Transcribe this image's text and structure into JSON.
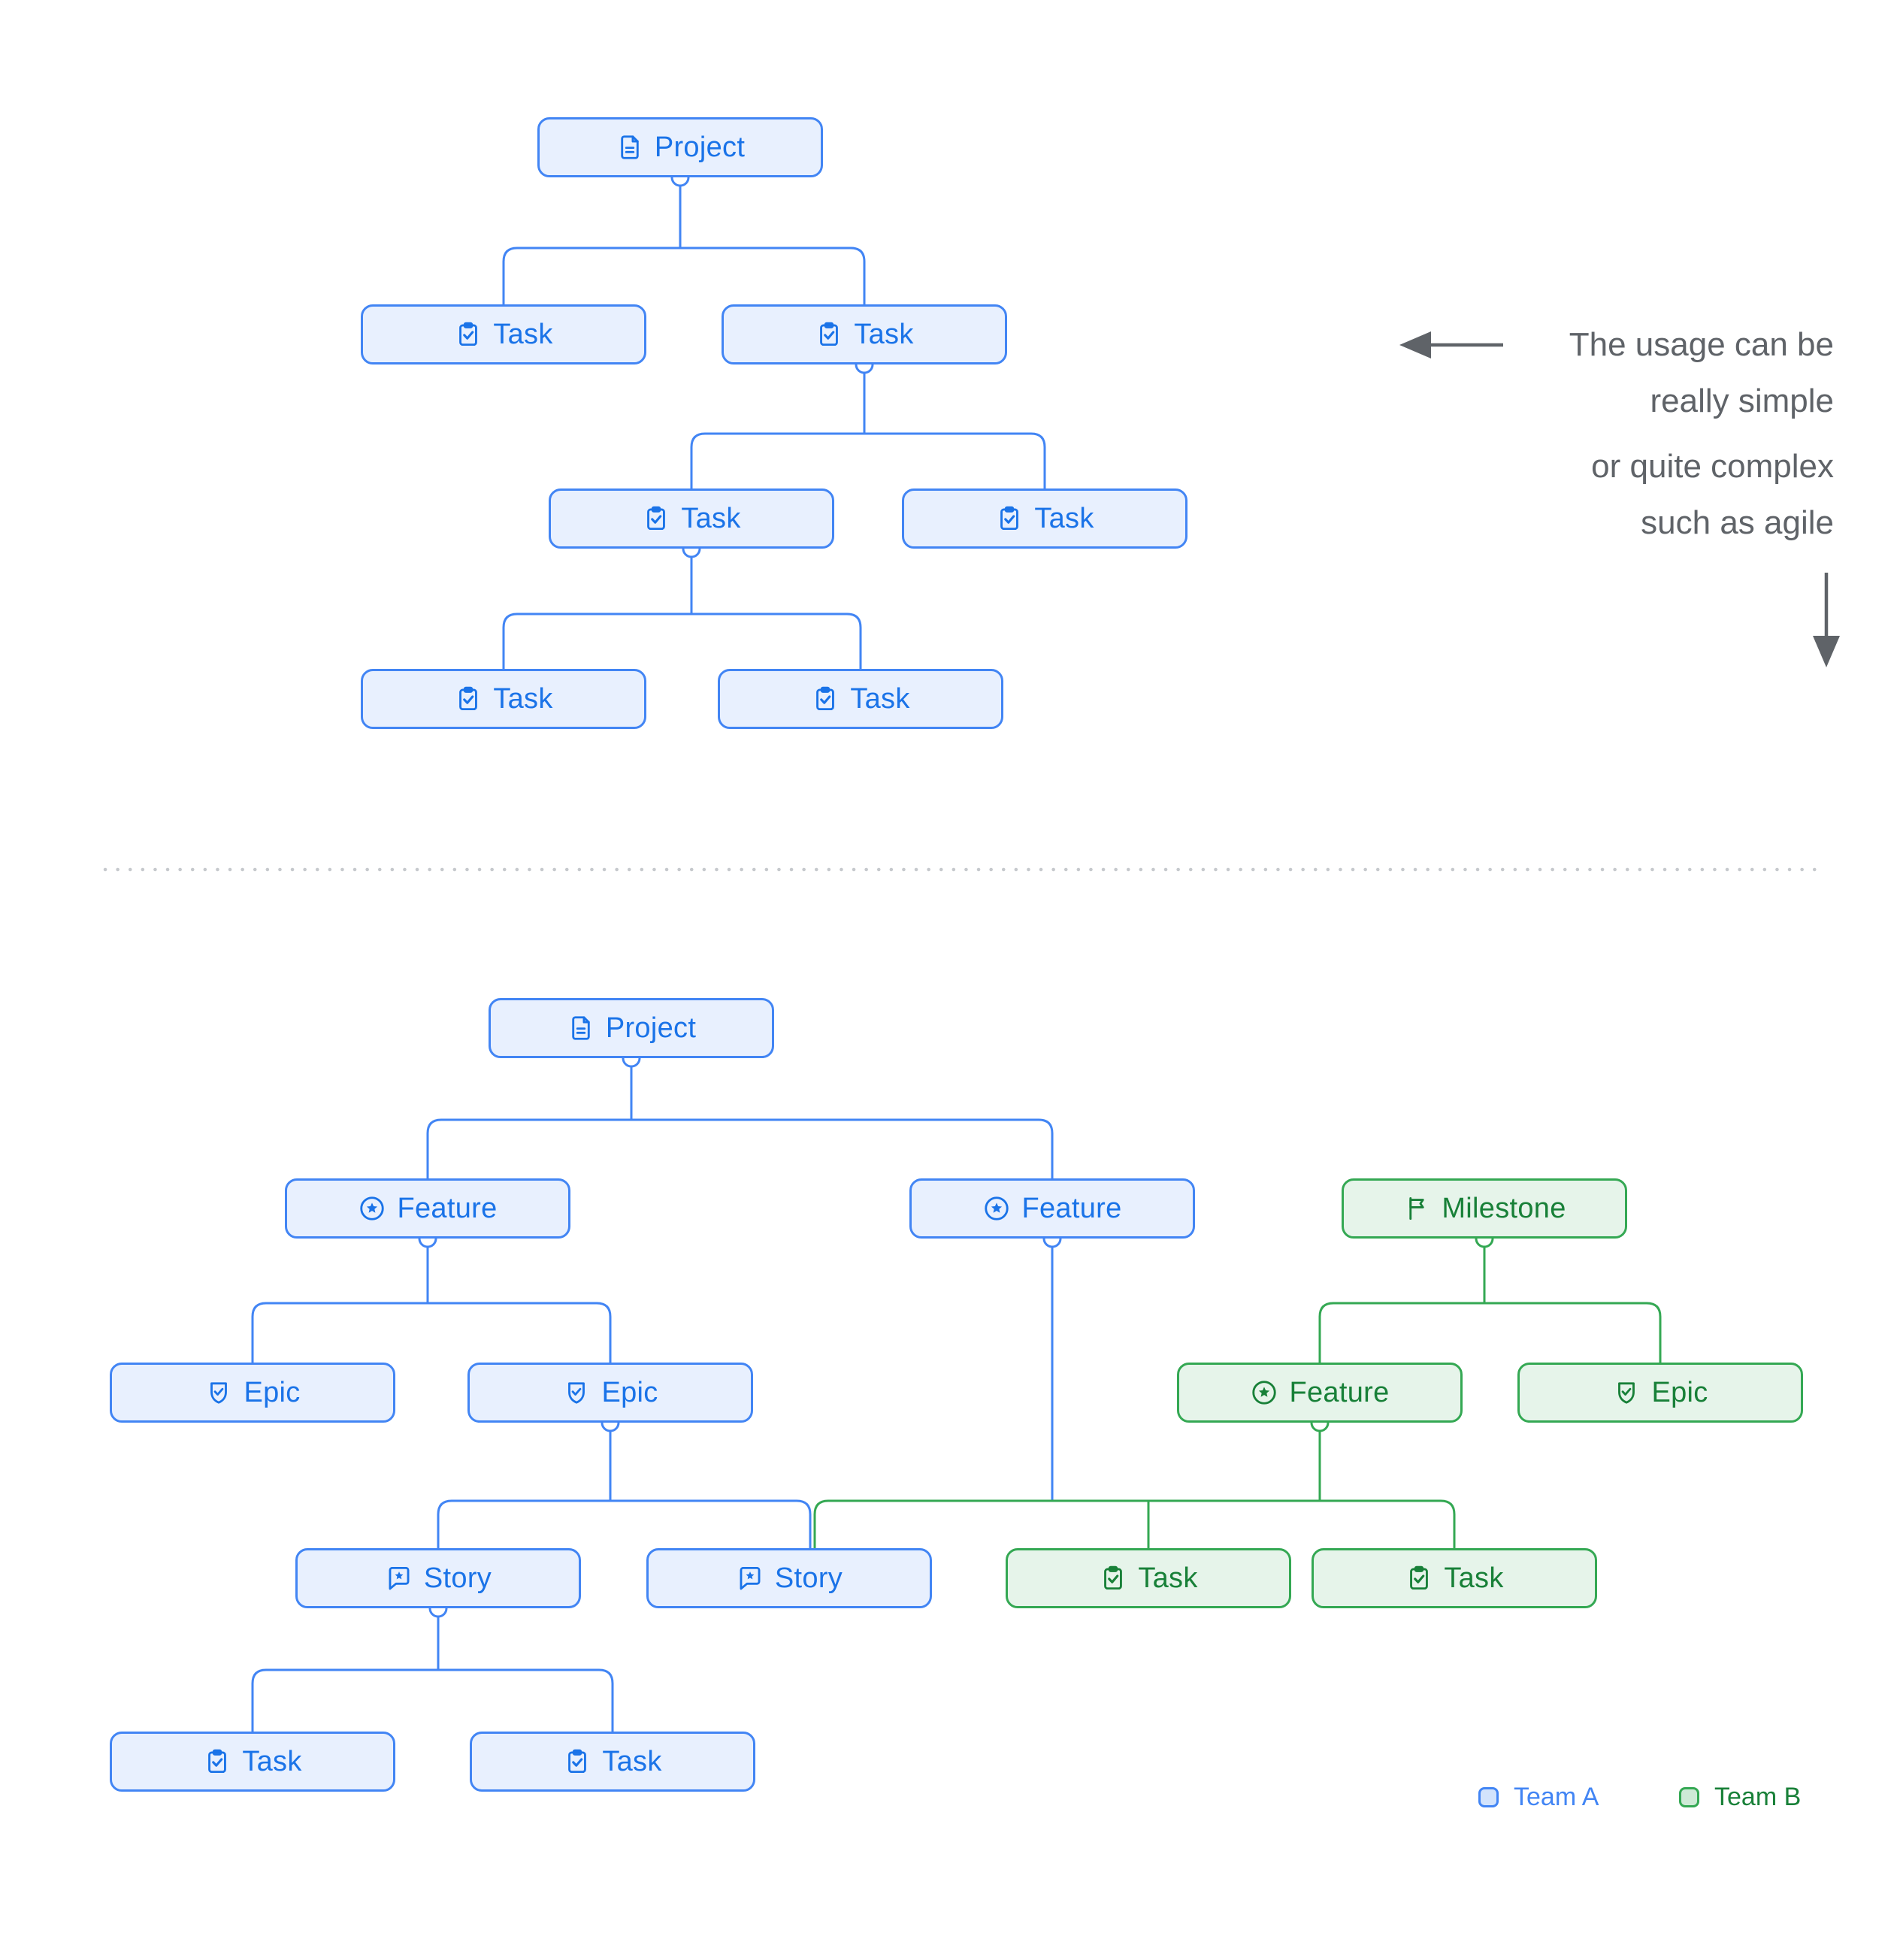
{
  "palette": {
    "team_a": {
      "fill": "#e8f0fe",
      "border": "#4285f4",
      "text": "#1a73e8"
    },
    "team_b": {
      "fill": "#e6f4ea",
      "border": "#34a853",
      "text": "#188038"
    },
    "annotation_gray": "#5f6368",
    "divider_gray": "#c6c9cd"
  },
  "annotation": {
    "para1_line1": "The usage can be",
    "para1_line2": "really simple",
    "para2_line1": "or quite complex",
    "para2_line2": "such as agile"
  },
  "legend": {
    "team_a_label": "Team A",
    "team_b_label": "Team B"
  },
  "simple_tree": {
    "nodes": [
      {
        "label": "Project",
        "icon": "document-icon",
        "team": "A"
      },
      {
        "label": "Task",
        "icon": "task-icon",
        "team": "A"
      },
      {
        "label": "Task",
        "icon": "task-icon",
        "team": "A"
      },
      {
        "label": "Task",
        "icon": "task-icon",
        "team": "A"
      },
      {
        "label": "Task",
        "icon": "task-icon",
        "team": "A"
      },
      {
        "label": "Task",
        "icon": "task-icon",
        "team": "A"
      },
      {
        "label": "Task",
        "icon": "task-icon",
        "team": "A"
      }
    ],
    "edges": [
      {
        "from": "Project",
        "to": [
          "Task#1",
          "Task#2"
        ]
      },
      {
        "from": "Task#2",
        "to": [
          "Task#3",
          "Task#4"
        ]
      },
      {
        "from": "Task#3",
        "to": [
          "Task#5",
          "Task#6"
        ]
      }
    ]
  },
  "complex_tree": {
    "nodes": [
      {
        "label": "Project",
        "icon": "document-icon",
        "team": "A"
      },
      {
        "label": "Feature",
        "icon": "feature-icon",
        "team": "A"
      },
      {
        "label": "Feature",
        "icon": "feature-icon",
        "team": "A"
      },
      {
        "label": "Milestone",
        "icon": "milestone-icon",
        "team": "B"
      },
      {
        "label": "Epic",
        "icon": "epic-icon",
        "team": "A"
      },
      {
        "label": "Epic",
        "icon": "epic-icon",
        "team": "A"
      },
      {
        "label": "Feature",
        "icon": "feature-icon",
        "team": "B"
      },
      {
        "label": "Epic",
        "icon": "epic-icon",
        "team": "B"
      },
      {
        "label": "Story",
        "icon": "story-icon",
        "team": "A"
      },
      {
        "label": "Story",
        "icon": "story-icon",
        "team": "A"
      },
      {
        "label": "Task",
        "icon": "task-icon",
        "team": "B"
      },
      {
        "label": "Task",
        "icon": "task-icon",
        "team": "B"
      },
      {
        "label": "Task",
        "icon": "task-icon",
        "team": "A"
      },
      {
        "label": "Task",
        "icon": "task-icon",
        "team": "A"
      }
    ],
    "edges": [
      {
        "from": "Project",
        "to": [
          "Feature#1",
          "Feature#2"
        ]
      },
      {
        "from": "Feature#1",
        "to": [
          "Epic#1",
          "Epic#2"
        ]
      },
      {
        "from": "Milestone",
        "to": [
          "Feature(B)",
          "Epic(B)"
        ]
      },
      {
        "from": "Epic#2",
        "to": [
          "Story#1",
          "Story#2"
        ]
      },
      {
        "from": "Feature#2 + Feature(B)",
        "to": [
          "Story#2",
          "Task(B)#1",
          "Task(B)#2"
        ]
      },
      {
        "from": "Story#1",
        "to": [
          "Task#1",
          "Task#2"
        ]
      }
    ]
  }
}
